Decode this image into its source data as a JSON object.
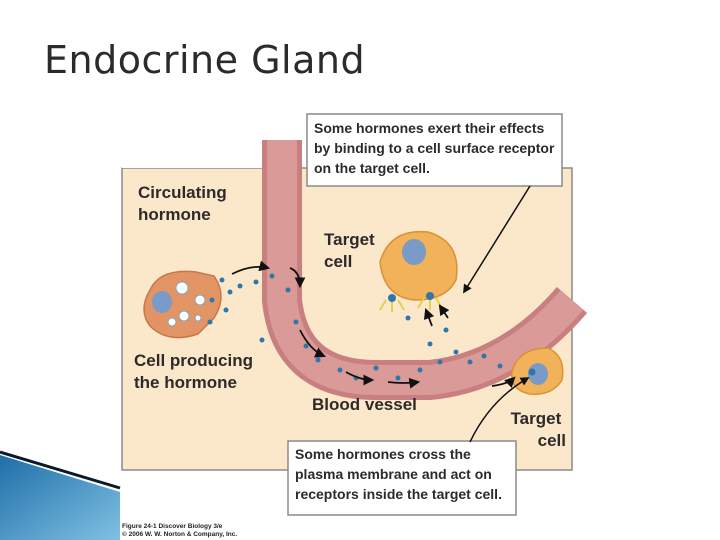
{
  "slide": {
    "title": "Endocrine Gland"
  },
  "figure": {
    "label_circulating": [
      "Circulating",
      "hormone"
    ],
    "label_producing": [
      "Cell producing",
      "the hormone"
    ],
    "label_target_top": [
      "Target",
      "cell"
    ],
    "label_target_bottom": [
      "Target",
      "cell"
    ],
    "label_vessel": "Blood vessel",
    "callout_top": [
      "Some hormones exert their effects",
      "by binding to a cell surface receptor",
      "on the target cell."
    ],
    "callout_bottom": [
      "Some hormones cross the",
      "plasma membrane and act on",
      "receptors inside the target cell."
    ],
    "credit": [
      "Figure 24-1 Discover Biology 3/e",
      "© 2006 W. W. Norton & Company, Inc."
    ]
  },
  "colors": {
    "panel_bg": "#fbe8cb",
    "panel_border": "#8a8a8a",
    "vessel": "#d4898a",
    "vessel_inner": "#e9a9a7",
    "cell_producing": "#e39464",
    "target_cell": "#f2b25a",
    "nucleus": "#7a9ac8",
    "hormone_dot": "#2f77a8"
  }
}
